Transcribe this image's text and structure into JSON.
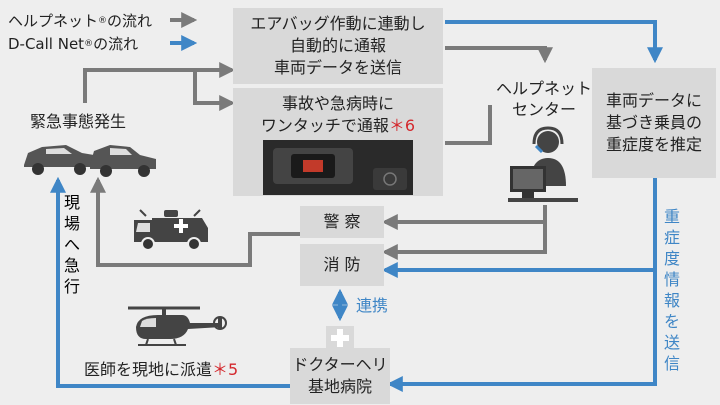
{
  "legend": {
    "help_label": "ヘルプネット",
    "help_suffix": "の流れ",
    "dcall_label": "D-Call Net",
    "dcall_suffix": "の流れ",
    "reg": "®",
    "gray_color": "#7a7a7a",
    "blue_color": "#3f86c6"
  },
  "nodes": {
    "airbag": [
      "エアバッグ作動に連動し",
      "自動的に通報",
      "車両データを送信"
    ],
    "one_touch": {
      "line1": "事故や急病時に",
      "line2": "ワンタッチで通報",
      "note": "＊6"
    },
    "accident": "緊急事態発生",
    "help_center": [
      "ヘルプネット",
      "センター"
    ],
    "estimate": [
      "車両データに",
      "基づき乗員の",
      "重症度を推定"
    ],
    "police": "警 察",
    "fire": "消 防",
    "hospital": [
      "ドクターヘリ",
      "基地病院"
    ]
  },
  "labels": {
    "rush": [
      "現",
      "場",
      "へ",
      "急",
      "行"
    ],
    "severity_send": [
      "重",
      "症",
      "度",
      "情",
      "報",
      "を",
      "送",
      "信"
    ],
    "cooperation": "連携",
    "dispatch": "医師を現地に派遣",
    "dispatch_note": "＊5"
  },
  "icons": {
    "cars": "crashed-cars-icon",
    "ambulance": "ambulance-icon",
    "helicopter": "helicopter-icon",
    "operator": "operator-headset-icon",
    "button_photo": "sos-button-icon",
    "cross": "medical-cross-icon"
  }
}
